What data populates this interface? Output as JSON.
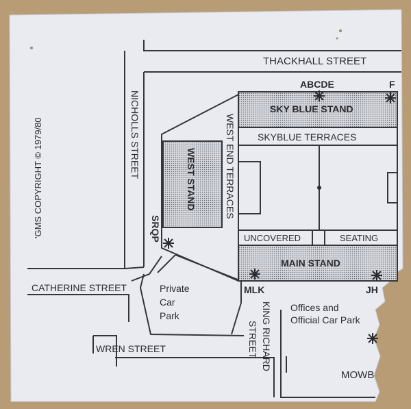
{
  "map": {
    "copyright": "'GMS COPYRIGHT © 1979/80",
    "streets": {
      "thackhall": "THACKHALL STREET",
      "nicholls": "NICHOLLS STREET",
      "catherine": "CATHERINE STREET",
      "wren": "WREN STREET",
      "king_richard_line1": "KING RICHARD",
      "king_richard_line2": "STREET",
      "mowbray_partial": "MOWB"
    },
    "stands": {
      "sky_blue": "SKY BLUE STAND",
      "skyblue_terraces": "SKYBLUE TERRACES",
      "west_stand": "WEST STAND",
      "west_end_terraces": "WEST END TERRACES",
      "uncovered": "UNCOVERED",
      "seating": "SEATING",
      "main": "MAIN STAND"
    },
    "gates": {
      "abcde": "ABCDE",
      "f": "F",
      "srqp": "SRQP",
      "mlk": "MLK",
      "jh": "JH"
    },
    "areas": {
      "private_car_park_lines": [
        "Private",
        "Car",
        "Park"
      ],
      "offices_lines": [
        "Offices and",
        "Official Car Park"
      ]
    },
    "colors": {
      "card": "#e9ebf0",
      "ink": "#2a2c31",
      "background": "#b89c76"
    }
  }
}
